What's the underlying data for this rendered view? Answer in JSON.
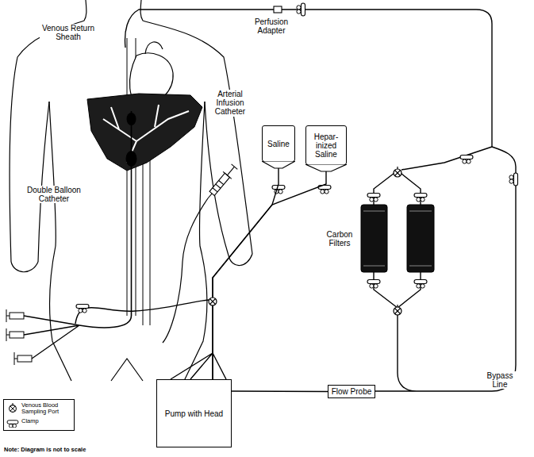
{
  "diagram": {
    "nodes": [
      {
        "text": [
          "Saline"
        ]
      },
      {
        "text": [
          "Hepar- inized Saline"
        ]
      },
      {
        "text": [
          "Pump with Head"
        ]
      },
      {
        "text": [
          "Flow Probe"
        ]
      }
    ],
    "edges": [
      {
        "from": 0,
        "to": 2,
        "arrow": "none"
      },
      {
        "from": 1,
        "to": 2,
        "arrow": "none"
      },
      {
        "from": 2,
        "to": 3,
        "arrow": "none"
      }
    ],
    "labels": [
      "Perfusion Adapter",
      "Venous Return Sheath",
      "Arterial Infusion Catheter",
      "Double Balloon Catheter",
      "Carbon Filters",
      "Bypass Line",
      "Note: Diagram is not to scale"
    ],
    "legend": [
      {
        "text": "Venous Blood Sampling Port"
      },
      {
        "text": "Clamp"
      }
    ]
  }
}
